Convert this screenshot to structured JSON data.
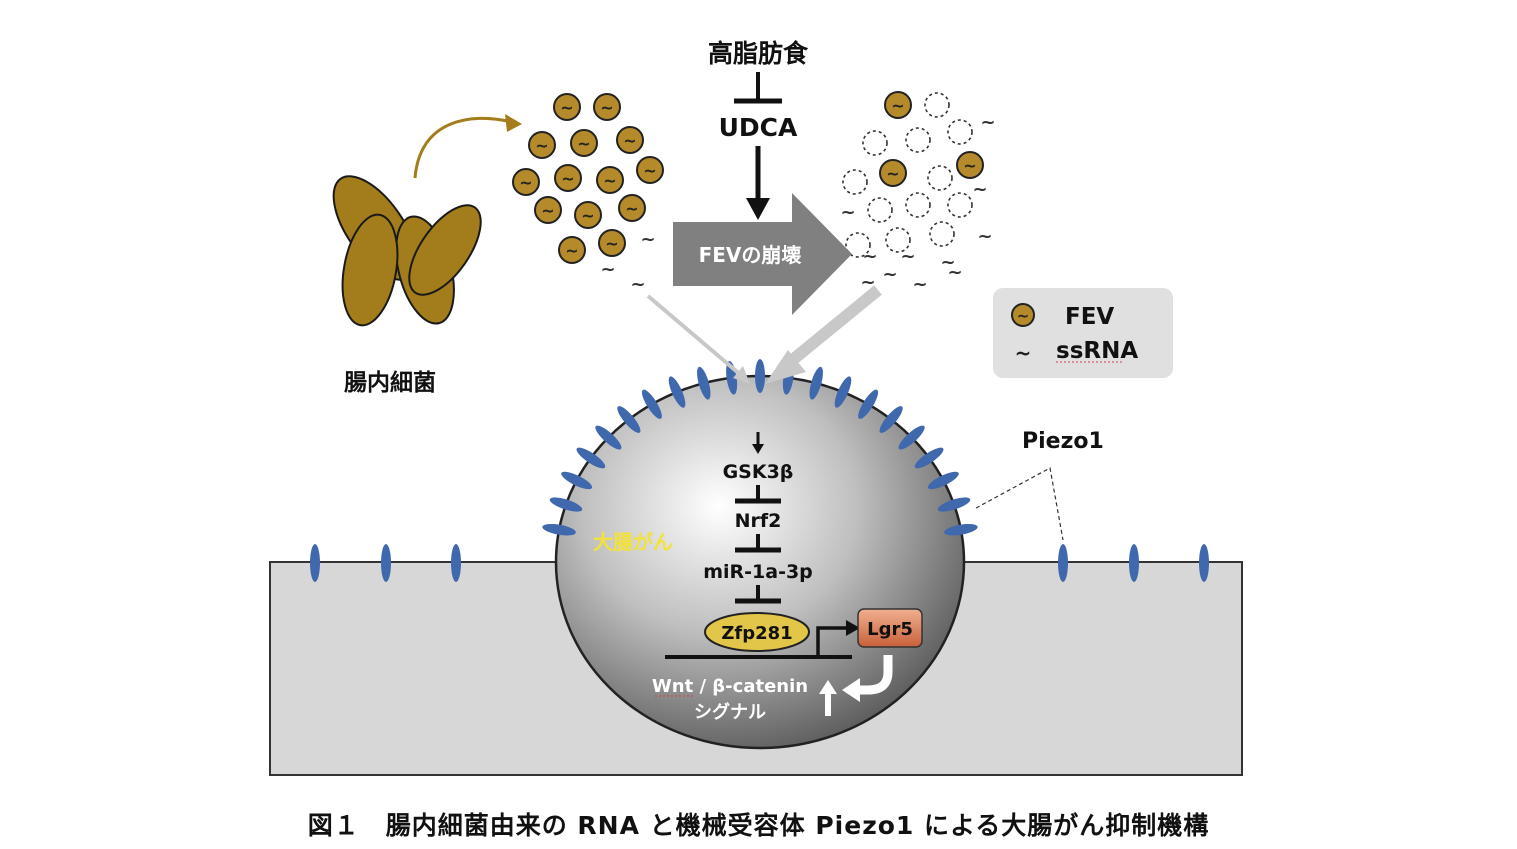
{
  "labels": {
    "high_fat_diet": "高脂肪食",
    "udca": "UDCA",
    "fev_collapse": "FEVの崩壊",
    "gut_bacteria": "腸内細菌",
    "piezo1": "Piezo1",
    "colon_cancer": "大腸がん",
    "gsk3b": "GSK3β",
    "nrf2": "Nrf2",
    "mirna": "miR-1a-3p",
    "zfp281": "Zfp281",
    "lgr5": "Lgr5",
    "wnt_line1": "Wnt / β-catenin",
    "wnt_line2": "シグナル"
  },
  "legend": {
    "items": [
      {
        "symbol": "fev-vesicle",
        "label": "FEV"
      },
      {
        "symbol": "ssrna-tilde",
        "label": "ssRNA",
        "glyph": "~"
      }
    ]
  },
  "caption": "図１　腸内細菌由来の RNA と機械受容体 Piezo1 による大腸がん抑制機構",
  "colors": {
    "bacteria": "#a37d1c",
    "vesicle": "#b58a2b",
    "arrow_gray": "#808080",
    "light_arrow": "#c8c8c8",
    "tissue": "#d7d7d7",
    "receptor": "#3f68ad",
    "cancer_label": "#f3e23a",
    "zfp281": "#e2c64a",
    "lgr5": "#e0835a",
    "legend_bg": "#e0e0e0"
  },
  "icon_glyphs": {
    "tilde": "~"
  }
}
